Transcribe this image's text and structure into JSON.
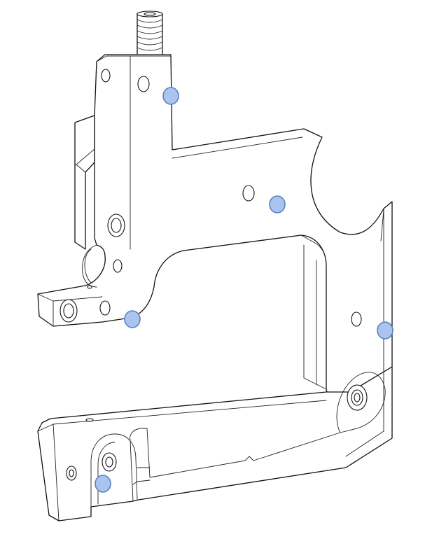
{
  "colors": {
    "background": "#ffffff",
    "line": "#111111",
    "marker_fill": "#a9c4ef",
    "marker_stroke": "#5b7fc0"
  },
  "markers": [
    {
      "id": "top-bracket"
    },
    {
      "id": "upper-plate"
    },
    {
      "id": "left-tab"
    },
    {
      "id": "right-edge"
    },
    {
      "id": "lower-arm"
    }
  ]
}
